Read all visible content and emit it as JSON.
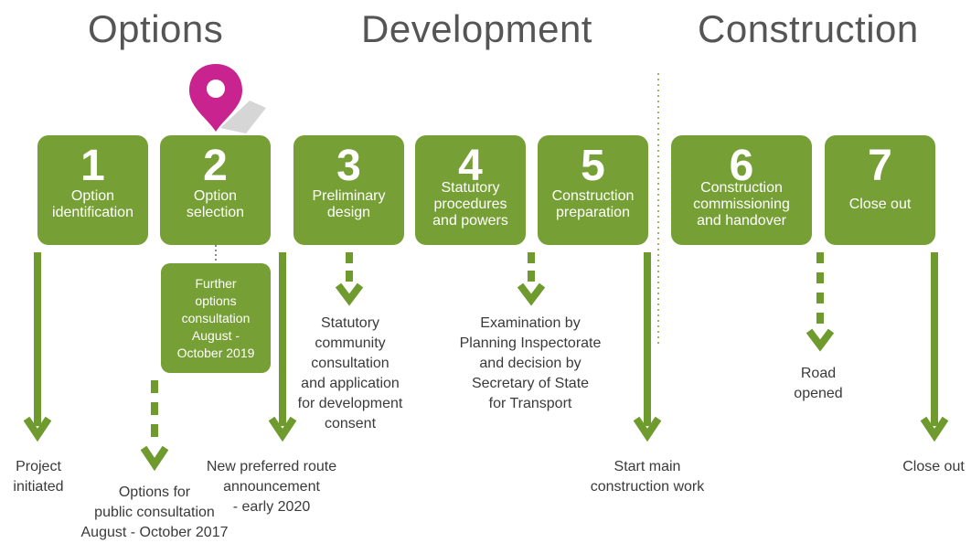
{
  "phases": {
    "options": "Options",
    "development": "Development",
    "construction": "Construction"
  },
  "stages": [
    {
      "number": "1",
      "label": "Option\nidentification"
    },
    {
      "number": "2",
      "label": "Option\nselection"
    },
    {
      "number": "3",
      "label": "Preliminary\ndesign"
    },
    {
      "number": "4",
      "label": "Statutory\nprocedures\nand powers"
    },
    {
      "number": "5",
      "label": "Construction\npreparation"
    },
    {
      "number": "6",
      "label": "Construction\ncommissioning\nand handover"
    },
    {
      "number": "7",
      "label": "Close out"
    }
  ],
  "note_box": "Further\noptions\nconsultation\nAugust -\nOctober 2019",
  "captions": {
    "project_initiated": "Project\ninitiated",
    "options_public_consultation": "Options for\npublic consultation\nAugust - October 2017",
    "new_preferred_route": "New preferred route\nannouncement\n- early 2020",
    "statutory_consultation": "Statutory\ncommunity\nconsultation\nand application\nfor development\nconsent",
    "examination": "Examination by\nPlanning Inspectorate\nand decision by\nSecretary of State\nfor Transport",
    "start_construction": "Start main\nconstruction work",
    "road_opened": "Road\nopened",
    "close_out": "Close out"
  },
  "colors": {
    "stage_green": "#76a035",
    "arrow_green": "#6f9a2e",
    "marker_pink": "#c8238f",
    "phase_text": "#555555"
  },
  "icons": {
    "current_stage_marker": "location-pin-icon"
  }
}
